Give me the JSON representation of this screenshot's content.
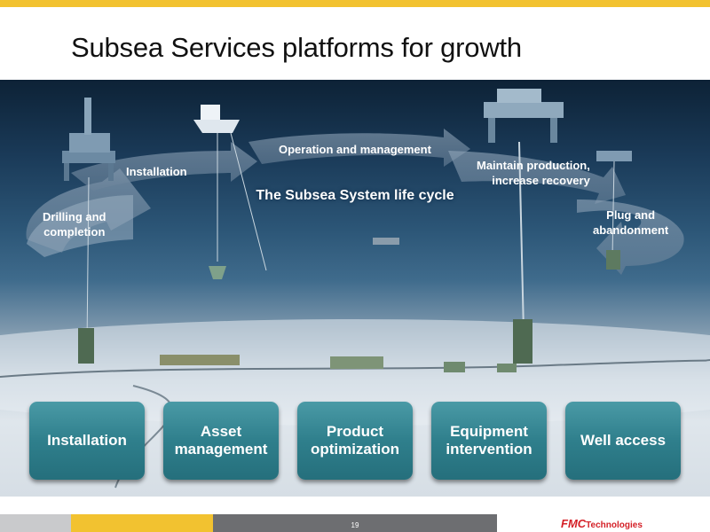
{
  "slide": {
    "title": "Subsea Services platforms for growth",
    "page_number": "19"
  },
  "lifecycle": {
    "center_title": "The Subsea System life cycle",
    "stages": [
      {
        "label": "Drilling and\ncompletion"
      },
      {
        "label": "Installation"
      },
      {
        "label": "Operation and management"
      },
      {
        "label": "Maintain production,\nincrease recovery"
      },
      {
        "label": "Plug and\nabandonment"
      }
    ]
  },
  "services": [
    {
      "label": "Installation"
    },
    {
      "label": "Asset\nmanagement"
    },
    {
      "label": "Product\noptimization"
    },
    {
      "label": "Equipment\nintervention"
    },
    {
      "label": "Well access"
    }
  ],
  "logo": {
    "mark": "FMC",
    "text": "Technologies"
  },
  "colors": {
    "accent_yellow": "#f2c230",
    "button_teal": "#2f7f8c",
    "footer_gray": "#6d6e71",
    "logo_red": "#d41f26"
  }
}
